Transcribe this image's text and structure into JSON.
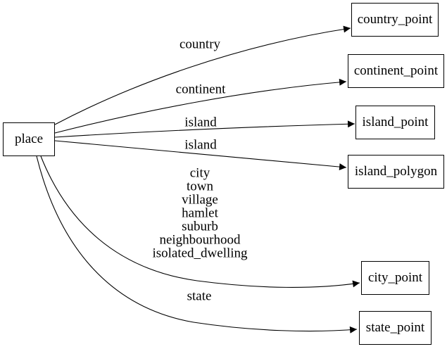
{
  "diagram": {
    "type": "directed-graph",
    "background_color": "#ffffff",
    "node_fill_color": "#ffffff",
    "node_border_color": "#000000",
    "edge_color": "#000000",
    "text_color": "#000000",
    "nodes": [
      {
        "id": "place",
        "label": "place"
      },
      {
        "id": "country_point",
        "label": "country_point"
      },
      {
        "id": "continent_point",
        "label": "continent_point"
      },
      {
        "id": "island_point",
        "label": "island_point"
      },
      {
        "id": "island_polygon",
        "label": "island_polygon"
      },
      {
        "id": "city_point",
        "label": "city_point"
      },
      {
        "id": "state_point",
        "label": "state_point"
      }
    ],
    "edges": [
      {
        "from": "place",
        "to": "country_point",
        "label": "country"
      },
      {
        "from": "place",
        "to": "continent_point",
        "label": "continent"
      },
      {
        "from": "place",
        "to": "island_point",
        "label": "island"
      },
      {
        "from": "place",
        "to": "island_polygon",
        "label": "island"
      },
      {
        "from": "place",
        "to": "city_point",
        "label": "city\ntown\nvillage\nhamlet\nsuburb\nneighbourhood\nisolated_dwelling"
      },
      {
        "from": "place",
        "to": "state_point",
        "label": "state"
      }
    ]
  }
}
